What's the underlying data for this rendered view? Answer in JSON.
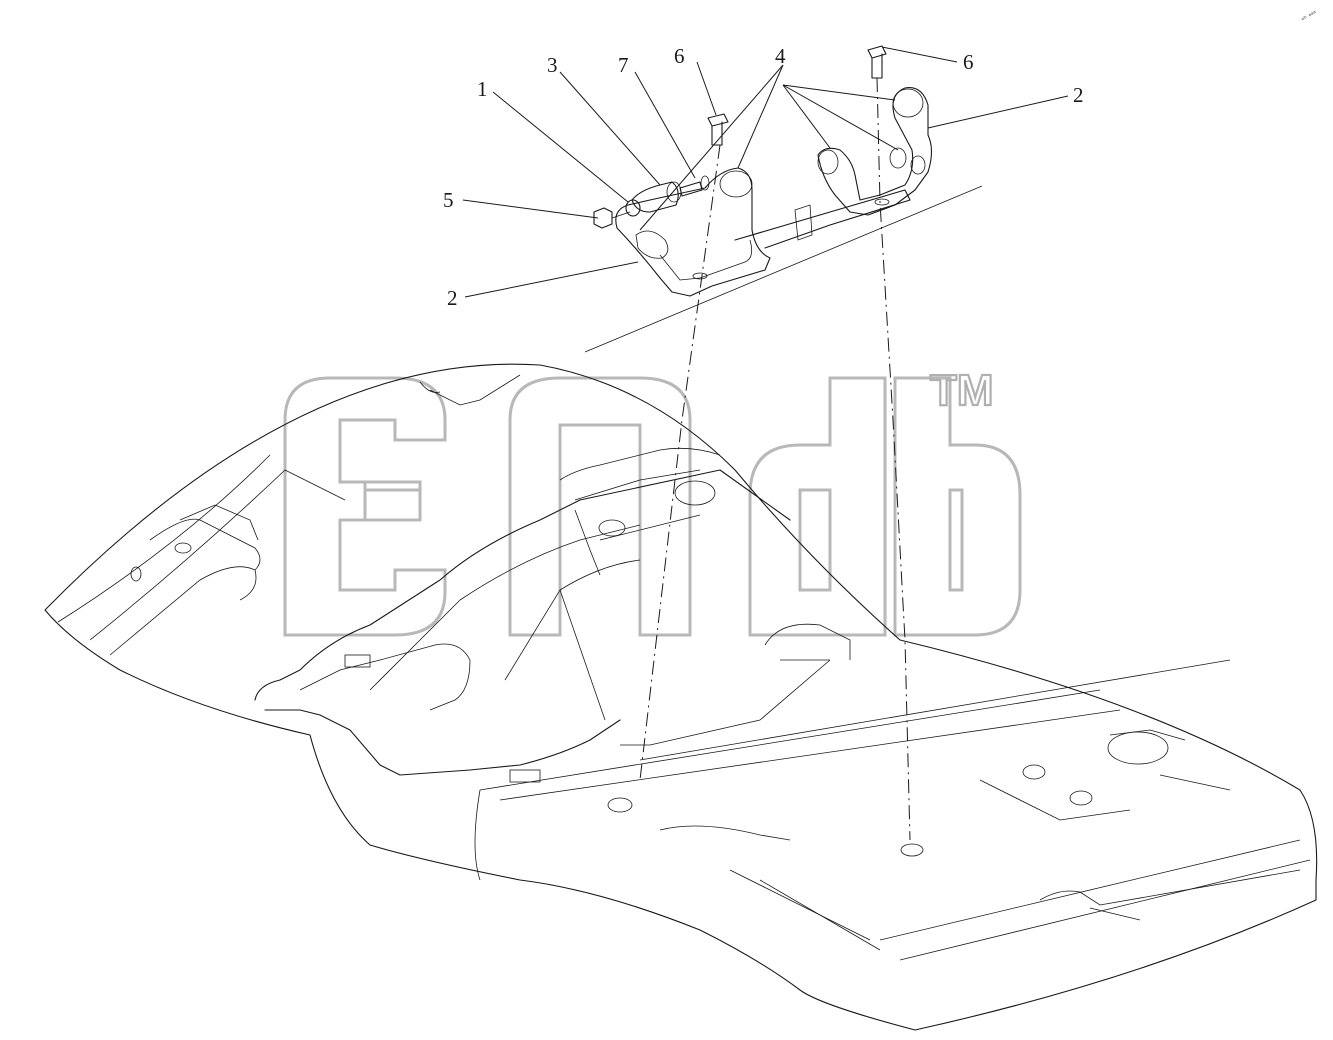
{
  "watermark": {
    "mark": "TM"
  },
  "corner_mark": "ᵉʰ ᵃᵃᵃ",
  "callouts": [
    {
      "id": "c1",
      "label": "1"
    },
    {
      "id": "c3",
      "label": "3"
    },
    {
      "id": "c7",
      "label": "7"
    },
    {
      "id": "c6a",
      "label": "6"
    },
    {
      "id": "c4",
      "label": "4"
    },
    {
      "id": "c6b",
      "label": "6"
    },
    {
      "id": "c2a",
      "label": "2"
    },
    {
      "id": "c5",
      "label": "5"
    },
    {
      "id": "c2b",
      "label": "2"
    }
  ]
}
